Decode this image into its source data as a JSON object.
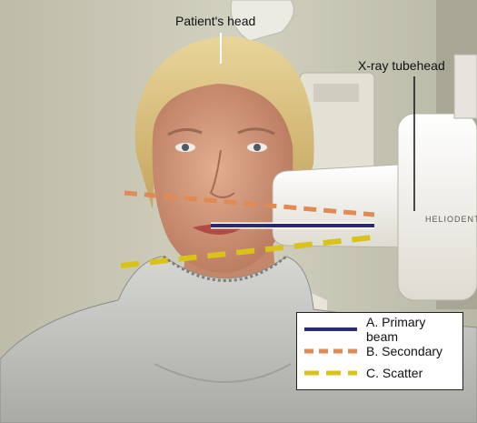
{
  "labels": {
    "head": "Patient's head",
    "tubehead": "X-ray tubehead",
    "tube_brand": "HELIODENT"
  },
  "legend": {
    "items": [
      {
        "text": "A. Primary beam",
        "color": "#2b2a6e",
        "style": "solid"
      },
      {
        "text": "B. Secondary",
        "color": "#e08a55",
        "style": "dashed"
      },
      {
        "text": "C. Scatter",
        "color": "#d9c21c",
        "style": "dashed"
      }
    ]
  },
  "colors": {
    "primary_beam": "#2b2a6e",
    "secondary": "#e08a55",
    "scatter": "#d9c21c",
    "wall": "#c8c7b6",
    "apron": "#c9cac6",
    "skin": "#d49a7c",
    "hair": "#d9c07a",
    "tubehead": "#f3f1ea"
  }
}
